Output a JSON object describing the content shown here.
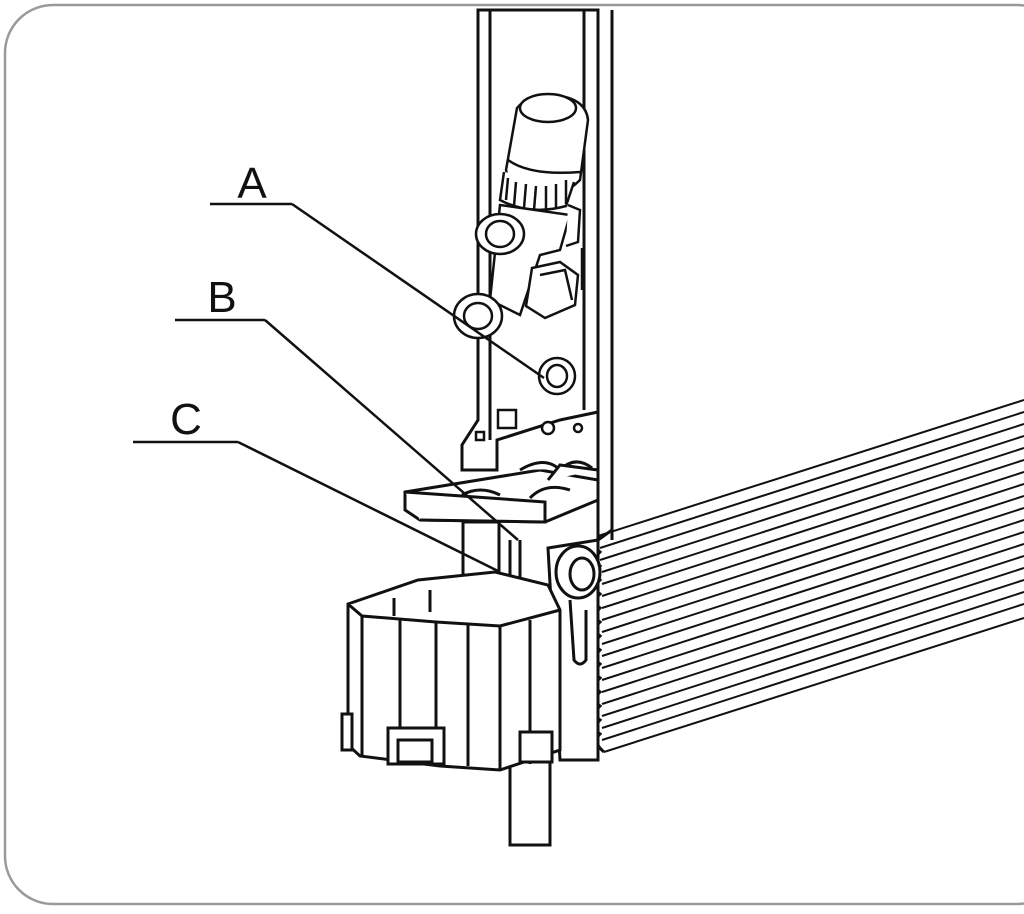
{
  "callouts": [
    {
      "id": "A",
      "label": "A"
    },
    {
      "id": "B",
      "label": "B"
    },
    {
      "id": "C",
      "label": "C"
    }
  ],
  "colors": {
    "line": "#111111",
    "frame": "#9a9a9a",
    "background": "#ffffff"
  }
}
